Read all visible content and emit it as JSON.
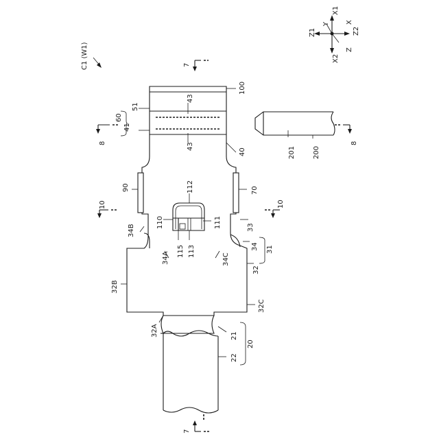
{
  "figure": {
    "title": "C1 (W1)"
  },
  "axes": {
    "x1": "X1",
    "x2": "X2",
    "y": "Y",
    "x": "X",
    "z": "Z",
    "z1": "Z1",
    "z2": "Z2"
  },
  "sections": {
    "top7": "7",
    "bottom7": "7",
    "left8": "8",
    "right8": "8",
    "left10": "10",
    "right10": "10"
  },
  "labels": {
    "l100": "100",
    "l60": "60",
    "l51": "51",
    "l41": "41",
    "l43a": "43",
    "l43b": "43",
    "l40": "40",
    "l201": "201",
    "l200": "200",
    "l90": "90",
    "l112": "112",
    "l70": "70",
    "l110": "110",
    "l111": "111",
    "l34B": "34B",
    "l33": "33",
    "l34A": "34A",
    "l115": "115",
    "l113": "113",
    "l34C": "34C",
    "l34": "34",
    "l31": "31",
    "l32B": "32B",
    "l32": "32",
    "l32C": "32C",
    "l32A": "32A",
    "l21": "21",
    "l22": "22",
    "l20": "20"
  }
}
